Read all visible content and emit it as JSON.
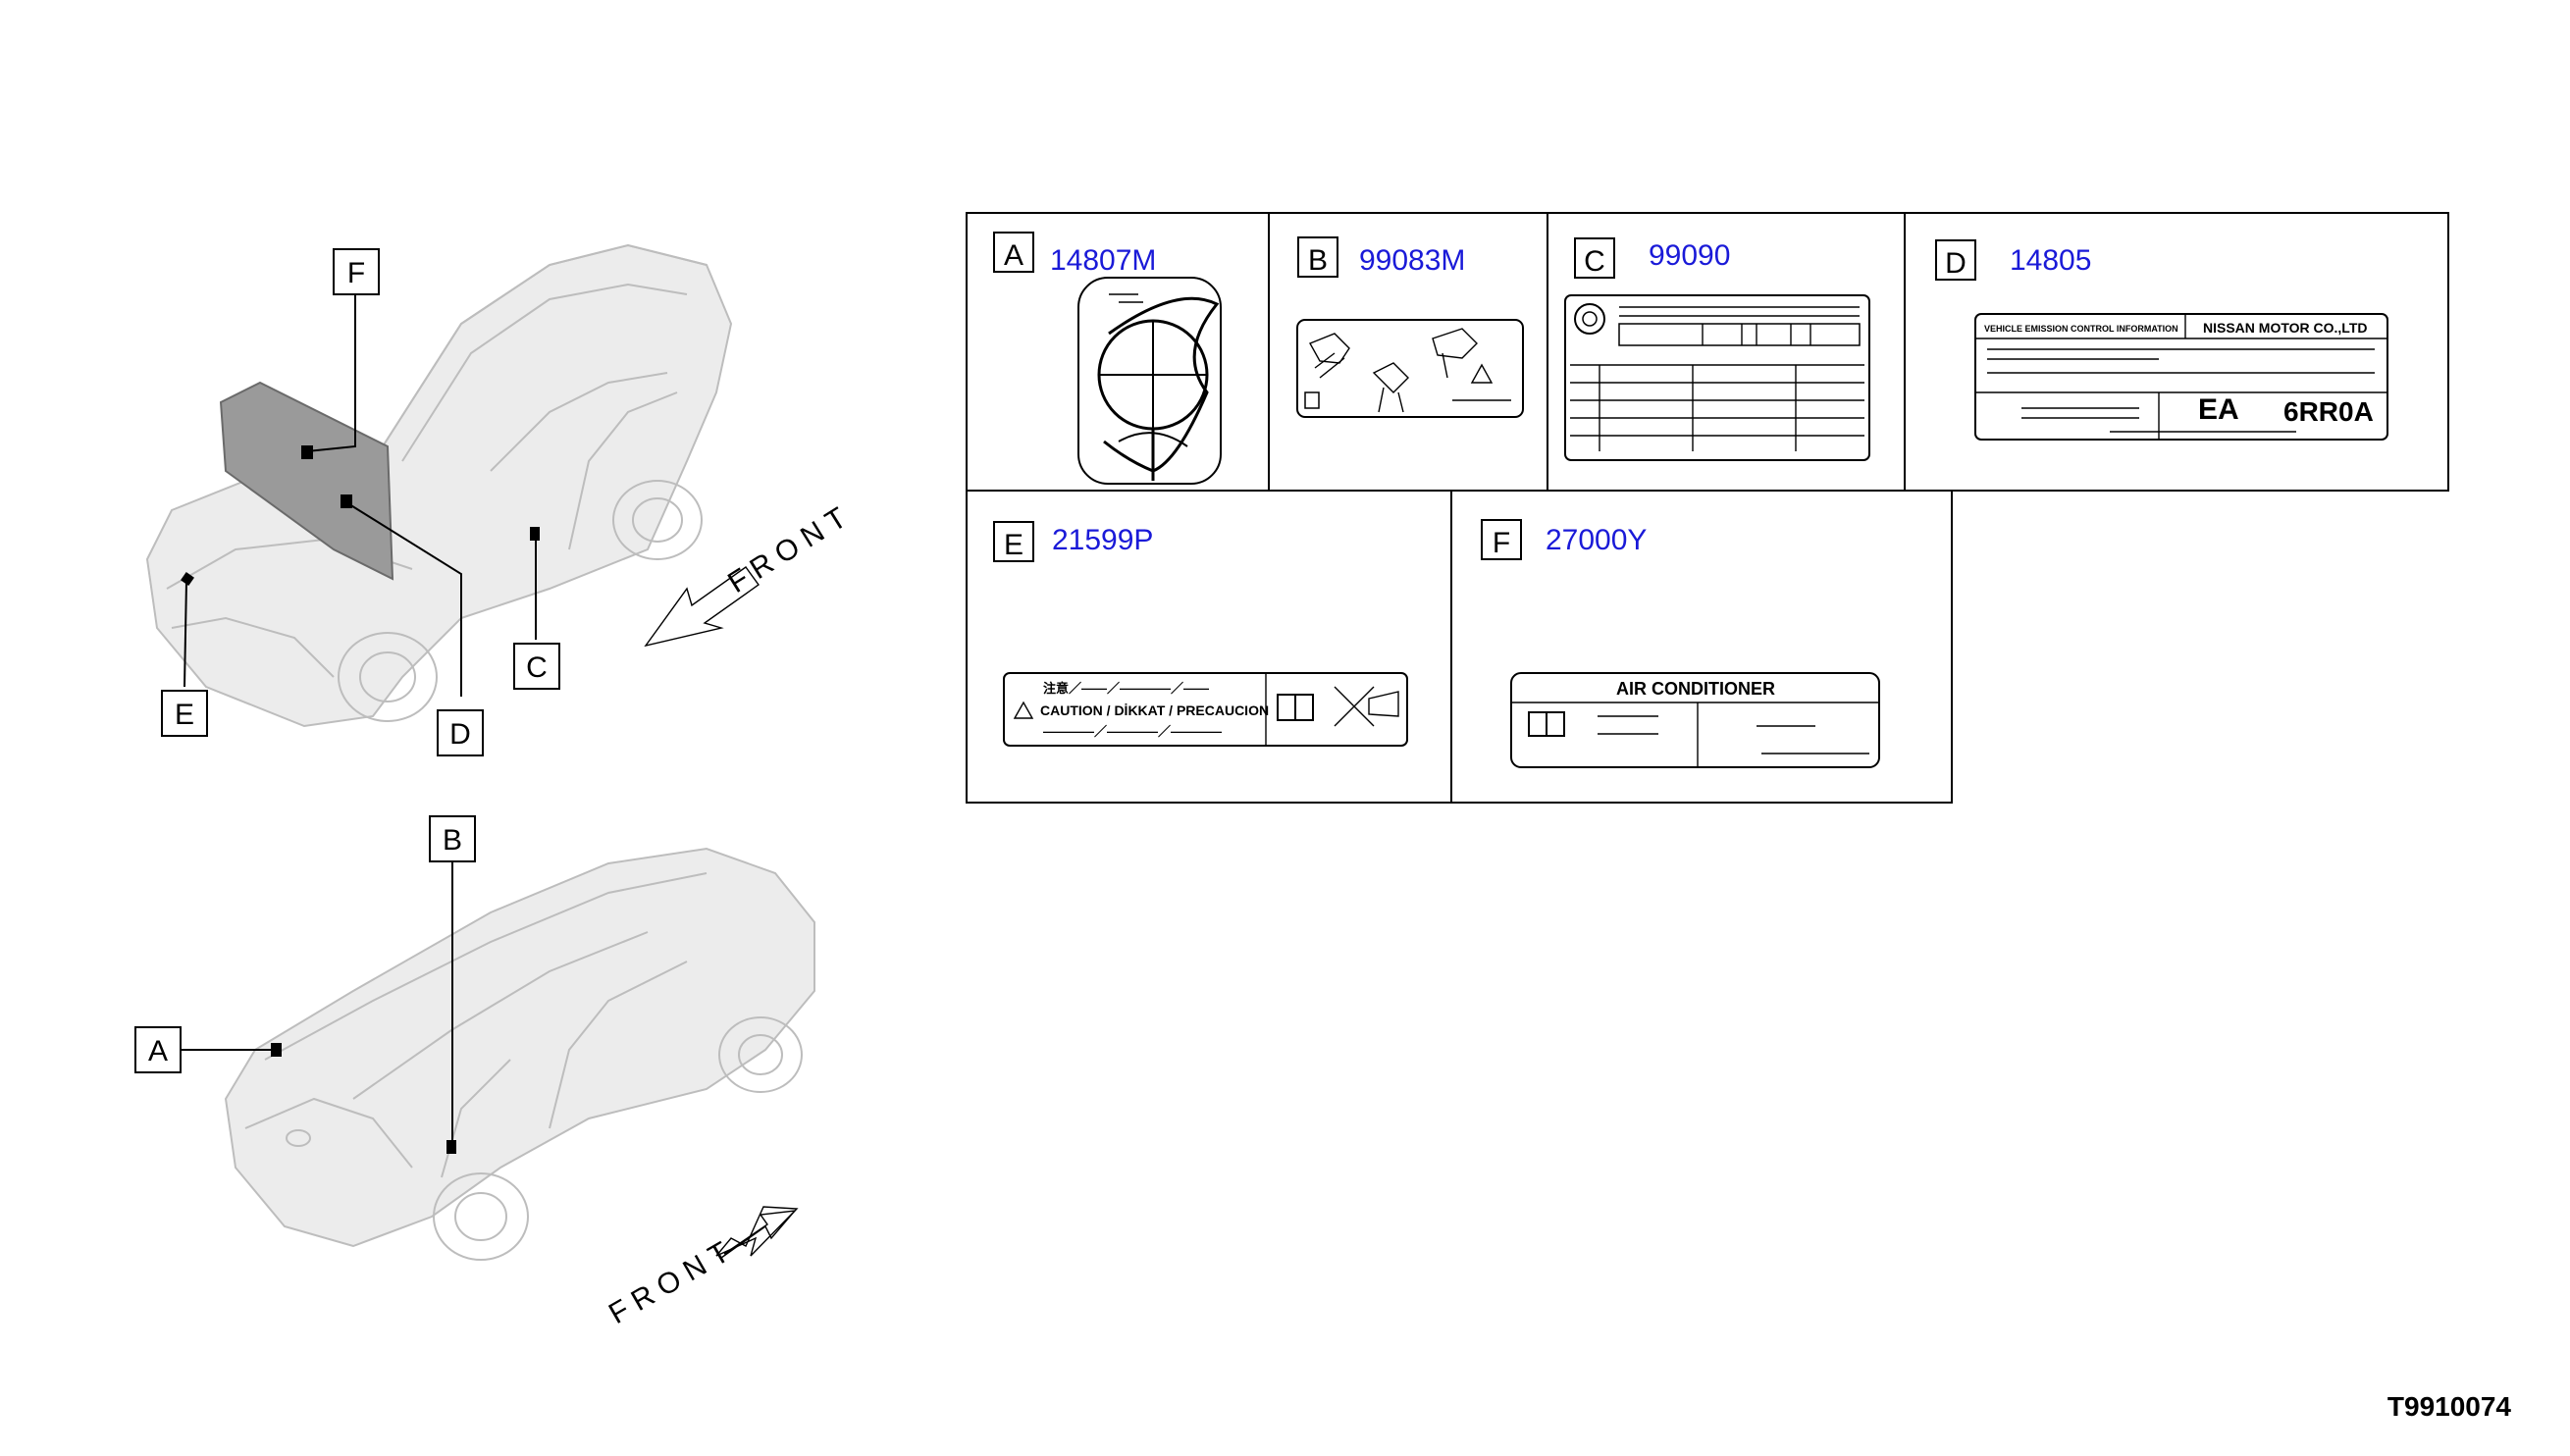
{
  "figure_id": "T9910074",
  "front_label": "FRONT",
  "callouts": [
    "A",
    "B",
    "C",
    "D",
    "E",
    "F"
  ],
  "panels": [
    {
      "letter": "A",
      "part": "14807M"
    },
    {
      "letter": "B",
      "part": "99083M"
    },
    {
      "letter": "C",
      "part": "99090"
    },
    {
      "letter": "D",
      "part": "14805"
    },
    {
      "letter": "E",
      "part": "21599P"
    },
    {
      "letter": "F",
      "part": "27000Y"
    }
  ],
  "label_d": {
    "header_left": "VEHICLE EMISSION CONTROL INFORMATION",
    "header_right": "NISSAN MOTOR CO.,LTD",
    "code1": "EA",
    "code2": "6RR0A"
  },
  "label_e": {
    "top": "注意／——／————／——",
    "caution": "CAUTION / DİKKAT / PRECAUCION",
    "bottom": "————／————／————"
  },
  "label_f": {
    "title": "AIR CONDITIONER"
  },
  "colors": {
    "part_number": "#1a1ad8",
    "line": "#000000",
    "car": "#c8c8c8"
  }
}
